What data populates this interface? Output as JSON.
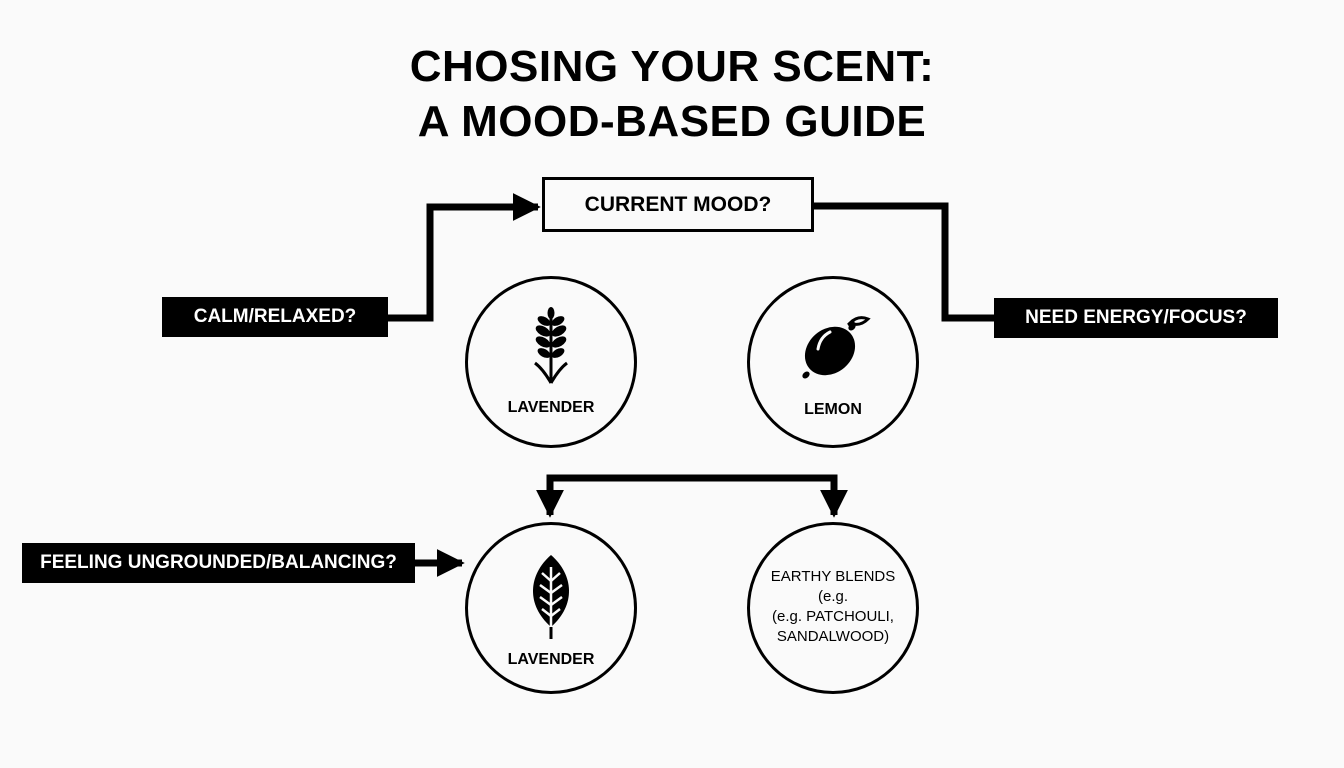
{
  "title": {
    "line1": "CHOSING YOUR SCENT:",
    "line2": "A MOOD-BASED GUIDE"
  },
  "decision": {
    "label": "CURRENT MOOD?"
  },
  "branches": {
    "calm": "CALM/RELAXED?",
    "energy": "NEED ENERGY/FOCUS?",
    "grounded": "FEELING UNGROUNDED/BALANCING?"
  },
  "scents": {
    "lavender_top": {
      "label": "LAVENDER",
      "icon": "lavender-sprig-icon"
    },
    "lemon": {
      "label": "LEMON",
      "icon": "lemon-icon"
    },
    "lavender_bottom": {
      "label": "LAVENDER",
      "icon": "leaf-icon"
    },
    "earthy": {
      "line1": "EARTHY BLENDS",
      "line2": "(e.g.",
      "line3": "(e.g. PATCHOULI,",
      "line4": "SANDALWOOD)"
    }
  },
  "colors": {
    "background": "#fafafa",
    "ink": "#000000",
    "label_text": "#ffffff"
  }
}
